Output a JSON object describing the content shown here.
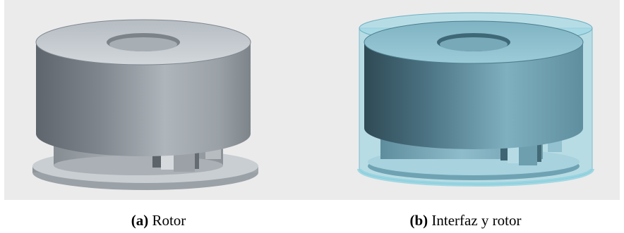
{
  "figures": [
    {
      "caption_tag": "(a)",
      "caption_text": "Rotor"
    },
    {
      "caption_tag": "(b)",
      "caption_text": "Interfaz y rotor"
    }
  ],
  "colors": {
    "viewport_background": "#ebebeb",
    "rotor_grey": "#8f969d",
    "rotor_teal": "#6a9eaf",
    "interface_tint": "#8ed0df"
  }
}
